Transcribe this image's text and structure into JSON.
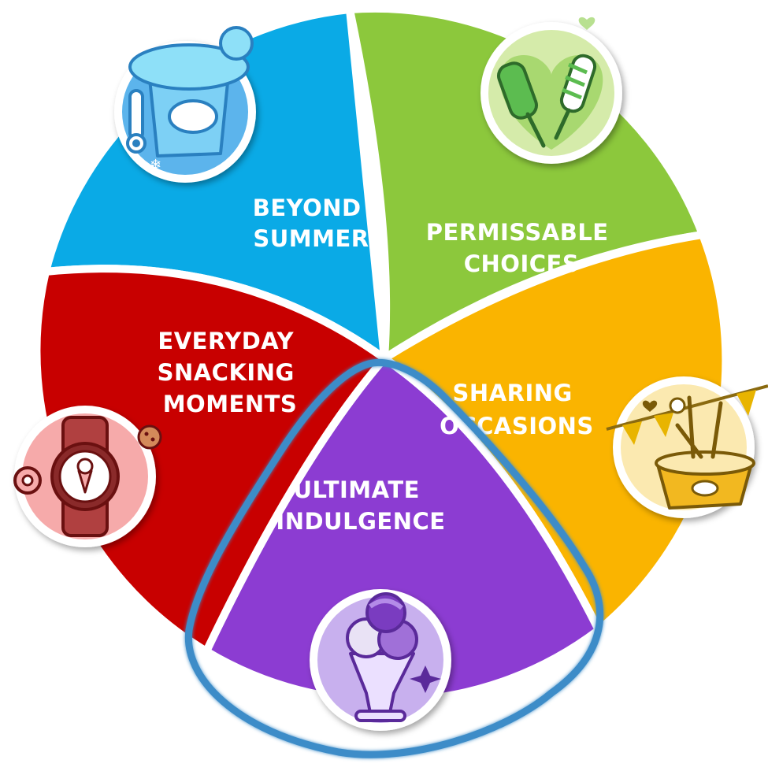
{
  "segments": [
    {
      "id": "beyond-summer",
      "lines": [
        "BEYOND",
        "SUMMER"
      ],
      "color": "#0aaae6",
      "icon": "ice-cream-tub-icon"
    },
    {
      "id": "permissable-choices",
      "lines": [
        "PERMISSABLE",
        "CHOICES"
      ],
      "color": "#8cc83c",
      "icon": "popsicle-heart-icon"
    },
    {
      "id": "sharing-occasions",
      "lines": [
        "SHARING",
        "OCCASIONS"
      ],
      "color": "#fab400",
      "icon": "party-tub-icon"
    },
    {
      "id": "ultimate-indulgence",
      "lines": [
        "ULTIMATE",
        "INDULGENCE"
      ],
      "color": "#8c3cd2",
      "icon": "sundae-icon"
    },
    {
      "id": "everyday-snacking",
      "lines": [
        "EVERYDAY",
        "SNACKING",
        "MOMENTS"
      ],
      "color": "#c80000",
      "icon": "watch-icecream-icon"
    }
  ],
  "highlight": {
    "color": "#3c8cc8",
    "target": "ultimate-indulgence"
  }
}
